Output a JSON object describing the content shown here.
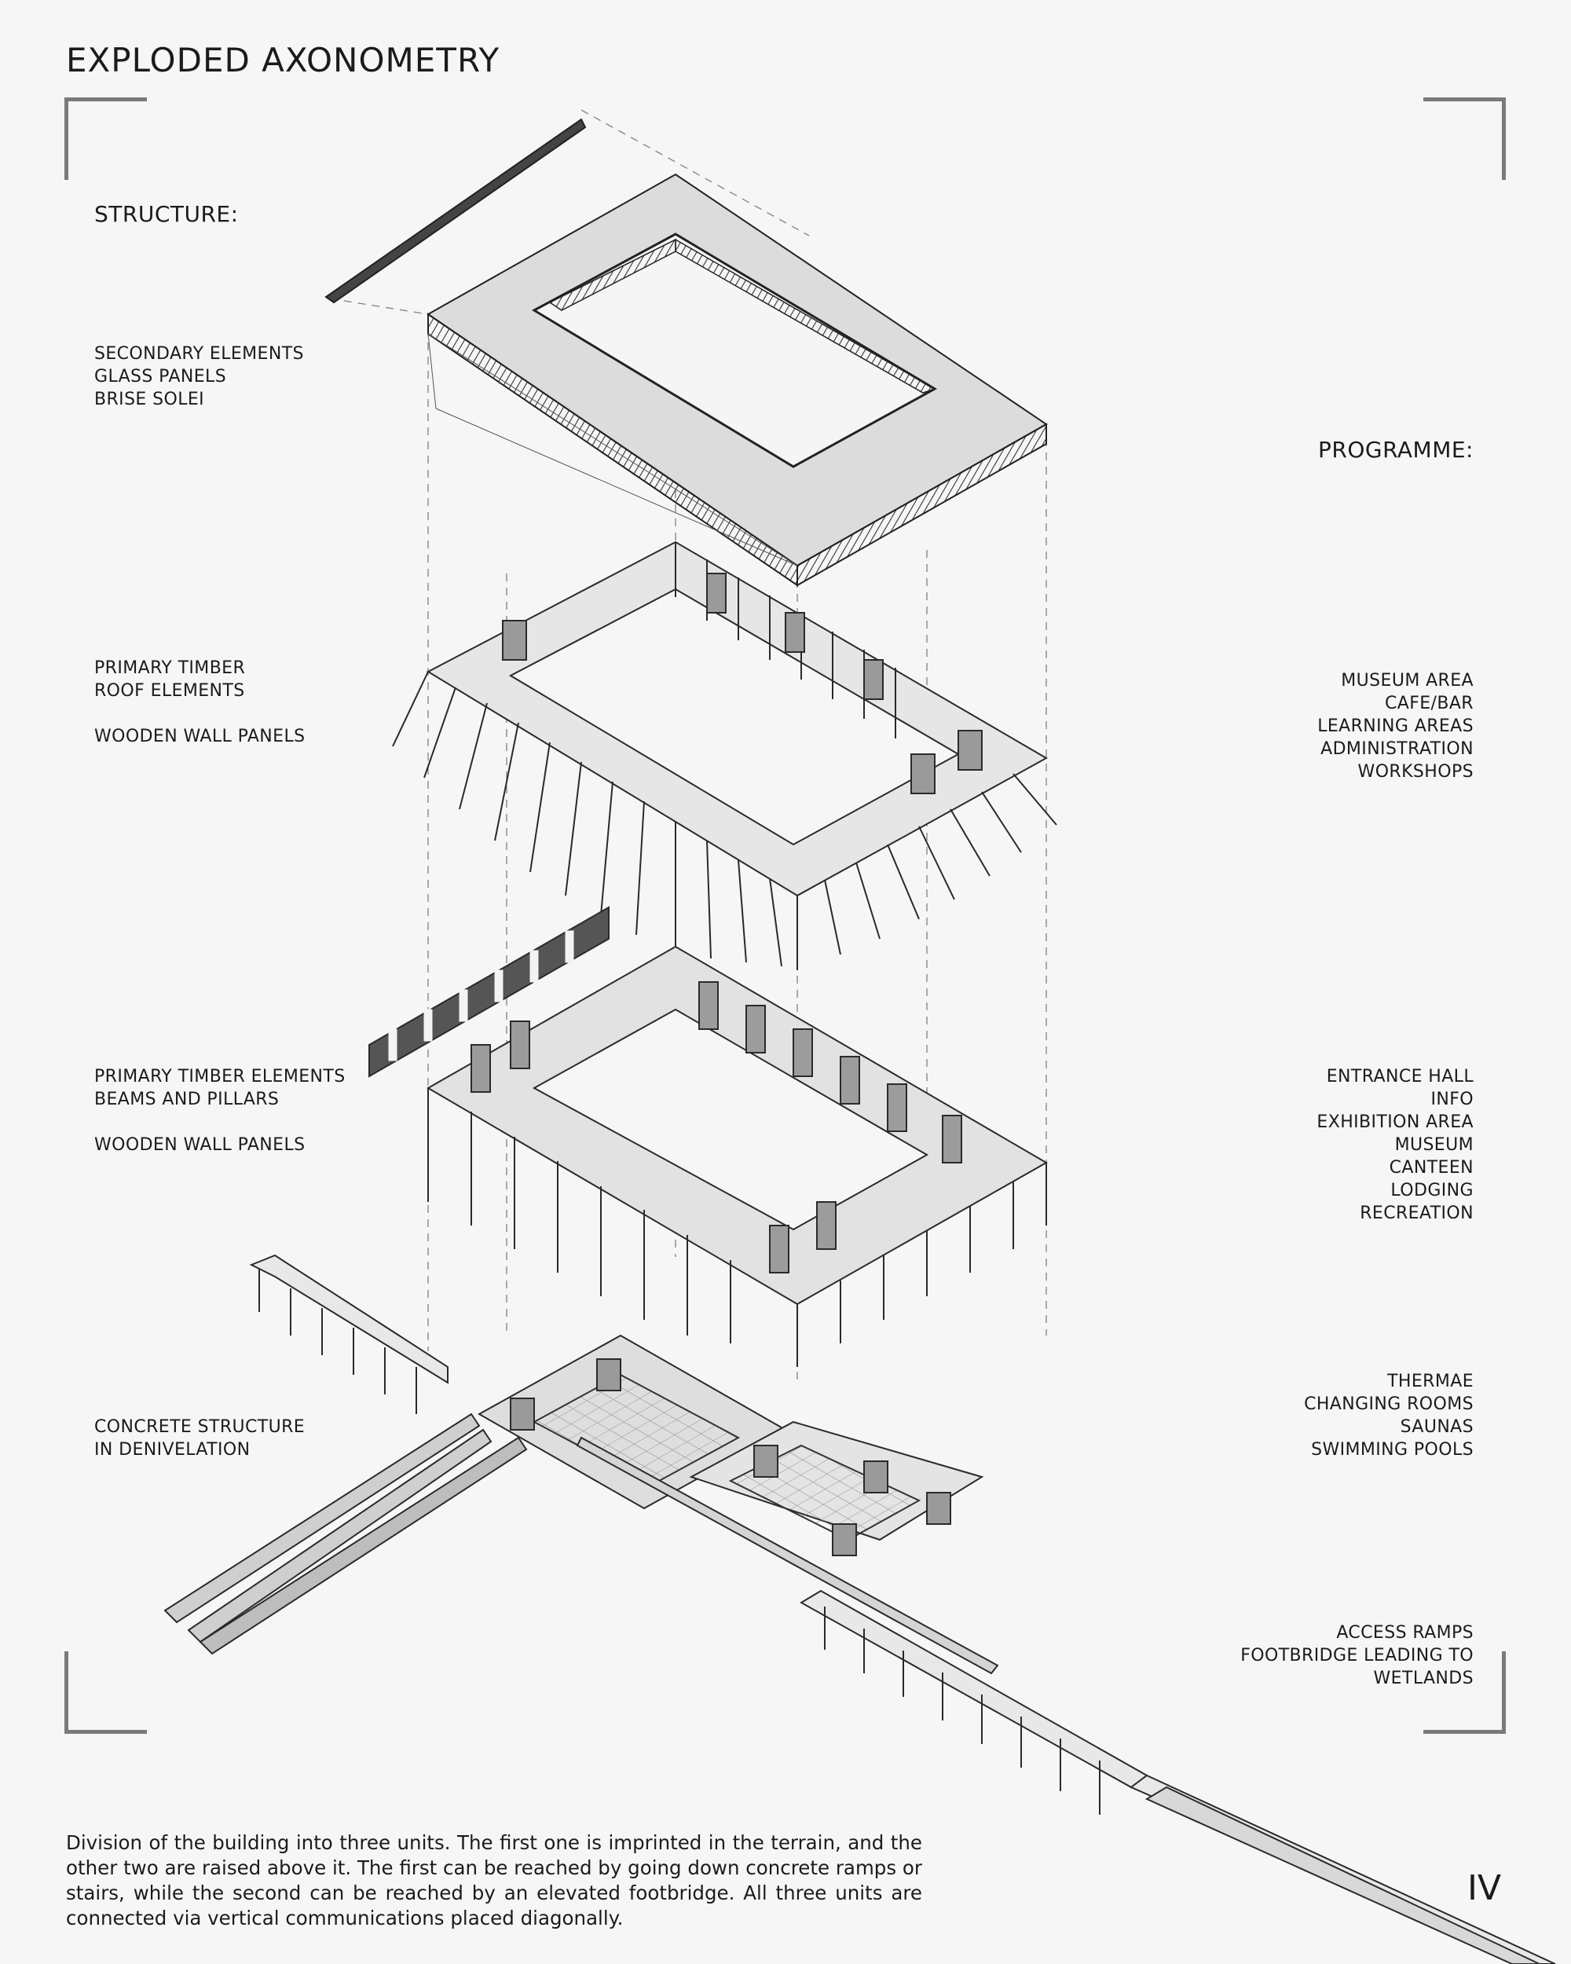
{
  "page": {
    "title": "EXPLODED AXONOMETRY",
    "page_number": "IV"
  },
  "structure": {
    "heading": "STRUCTURE:",
    "labels": [
      {
        "lines": [
          "SECONDARY ELEMENTS",
          "GLASS PANELS",
          "BRISE SOLEI"
        ]
      },
      {
        "lines": [
          "PRIMARY TIMBER",
          "ROOF ELEMENTS",
          "",
          "WOODEN WALL PANELS"
        ]
      },
      {
        "lines": [
          "PRIMARY TIMBER ELEMENTS",
          "BEAMS AND PILLARS",
          "",
          "WOODEN WALL PANELS"
        ]
      },
      {
        "lines": [
          "CONCRETE STRUCTURE",
          "IN DENIVELATION"
        ]
      }
    ]
  },
  "programme": {
    "heading": "PROGRAMME:",
    "labels": [
      {
        "lines": [
          "MUSEUM AREA",
          "CAFE/BAR",
          "LEARNING AREAS",
          "ADMINISTRATION",
          "WORKSHOPS"
        ]
      },
      {
        "lines": [
          "ENTRANCE HALL",
          "INFO",
          "EXHIBITION AREA",
          "MUSEUM",
          "CANTEEN",
          "LODGING",
          "RECREATION"
        ]
      },
      {
        "lines": [
          "THERMAE",
          "CHANGING ROOMS",
          "SAUNAS",
          "SWIMMING POOLS"
        ]
      },
      {
        "lines": [
          "ACCESS RAMPS",
          "FOOTBRIDGE LEADING TO",
          "WETLANDS"
        ]
      }
    ]
  },
  "description": "Division of the building into three units. The first one is imprinted in the terrain, and the other two are raised above it. The first can be reached by going down concrete ramps or stairs, while the second can be reached by an elevated footbridge. All three units are connected via vertical communications placed diagonally."
}
